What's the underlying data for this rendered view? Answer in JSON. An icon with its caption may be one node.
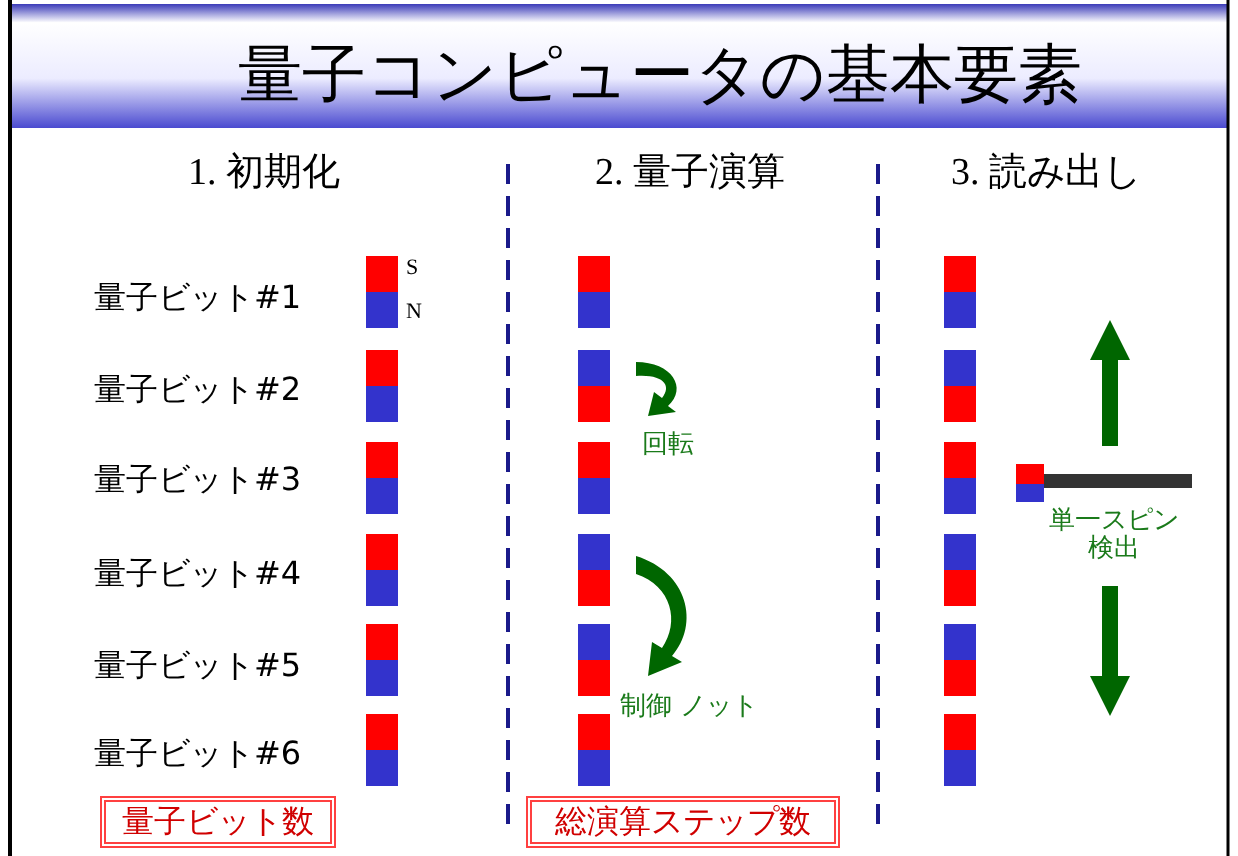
{
  "diagram": {
    "title": "量子コンピュータの基本要素",
    "nodes": [
      {
        "text": [
          "量子ビット数"
        ]
      },
      {
        "text": [
          "総演算ステップ数"
        ]
      }
    ],
    "labels": [
      "1. 初期化",
      "2. 量子演算",
      "3. 読み出し",
      "量子ビット#1",
      "S",
      "N",
      "量子ビット#2",
      "量子ビット#3",
      "回転",
      "単一スピン検出",
      "量子ビット#4",
      "量子ビット#5",
      "制御 ノット",
      "量子ビット#6"
    ]
  }
}
